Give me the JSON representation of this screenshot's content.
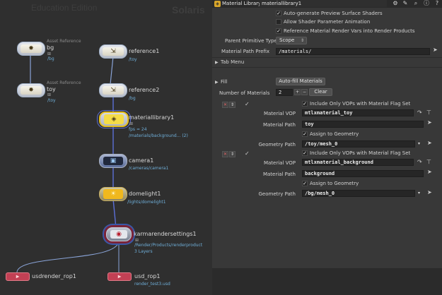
{
  "network": {
    "watermark_left": "Education Edition",
    "watermark_right": "Solaris",
    "nodes": {
      "bg": {
        "label": "Asset Reference",
        "name": "bg",
        "path": "/bg"
      },
      "toy": {
        "label": "Asset Reference",
        "name": "toy",
        "path": "/toy"
      },
      "reference1": {
        "name": "reference1",
        "path": "/toy"
      },
      "reference2": {
        "name": "reference2",
        "path": "/bg"
      },
      "materiallibrary1": {
        "name": "materiallibrary1",
        "info": "fps = 24",
        "path": "/materials/background... (2)"
      },
      "camera1": {
        "name": "camera1",
        "path": "/cameras/camera1"
      },
      "domelight1": {
        "name": "domelight1",
        "path": "/lights/domelight1"
      },
      "karmarendersettings1": {
        "name": "karmarendersettings1",
        "path": "/Render/Products/renderproduct",
        "info": "3 Layers"
      },
      "usdrender_rop1": {
        "name": "usdrender_rop1"
      },
      "usd_rop1": {
        "name": "usd_rop1",
        "path": "render_test3.usd"
      }
    }
  },
  "titlebar": {
    "node_type": "Material Library",
    "node_name": "materiallibrary1",
    "icons": [
      "gear-icon",
      "brush-icon",
      "search-icon",
      "info-icon",
      "help-icon"
    ]
  },
  "params": {
    "autogen_label": "Auto-generate Preview Surface Shaders",
    "animation_label": "Allow Shader Parameter Animation",
    "rendervars_label": "Reference Material Render Vars into Render Products",
    "parent_prim_label": "Parent Primitive Type",
    "parent_prim_value": "Scope",
    "prefix_label": "Material Path Prefix",
    "prefix_value": "/materials/",
    "tab_menu": "Tab Menu",
    "fill": "Fill",
    "autofill": "Auto-fill Materials",
    "num_materials_label": "Number of Materials",
    "num_materials_value": "2",
    "clear": "Clear",
    "include_only": "Include Only VOPs with Material Flag Set",
    "material_vop_label": "Material VOP",
    "material_path_label": "Material Path",
    "assign_label": "Assign to Geometry",
    "geo_path_label": "Geometry Path",
    "materials": [
      {
        "vop": "mtlxmaterial_toy",
        "path": "toy",
        "geo": "/toy/mesh_0"
      },
      {
        "vop": "mtlxmaterial_background",
        "path": "background",
        "geo": "/bg/mesh_0"
      }
    ]
  }
}
